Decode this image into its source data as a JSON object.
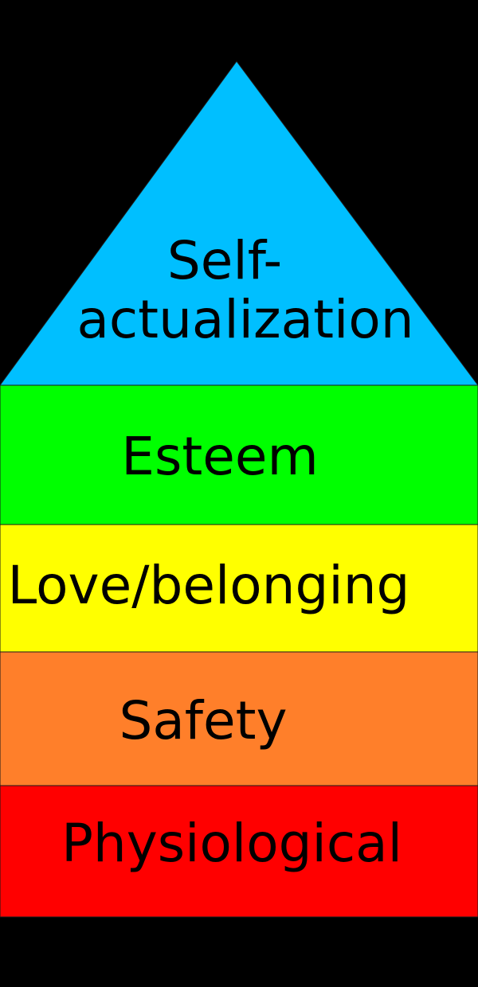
{
  "diagram": {
    "background_color": "#000000",
    "levels": [
      {
        "label_lines": [
          "Self-",
          "actualization"
        ],
        "color": "#00bfff"
      },
      {
        "label_lines": [
          "Esteem"
        ],
        "color": "#00ff00"
      },
      {
        "label_lines": [
          "Love/belonging"
        ],
        "color": "#ffff00"
      },
      {
        "label_lines": [
          "Safety"
        ],
        "color": "#ff7f2a"
      },
      {
        "label_lines": [
          "Physiological"
        ],
        "color": "#ff0000"
      }
    ]
  }
}
